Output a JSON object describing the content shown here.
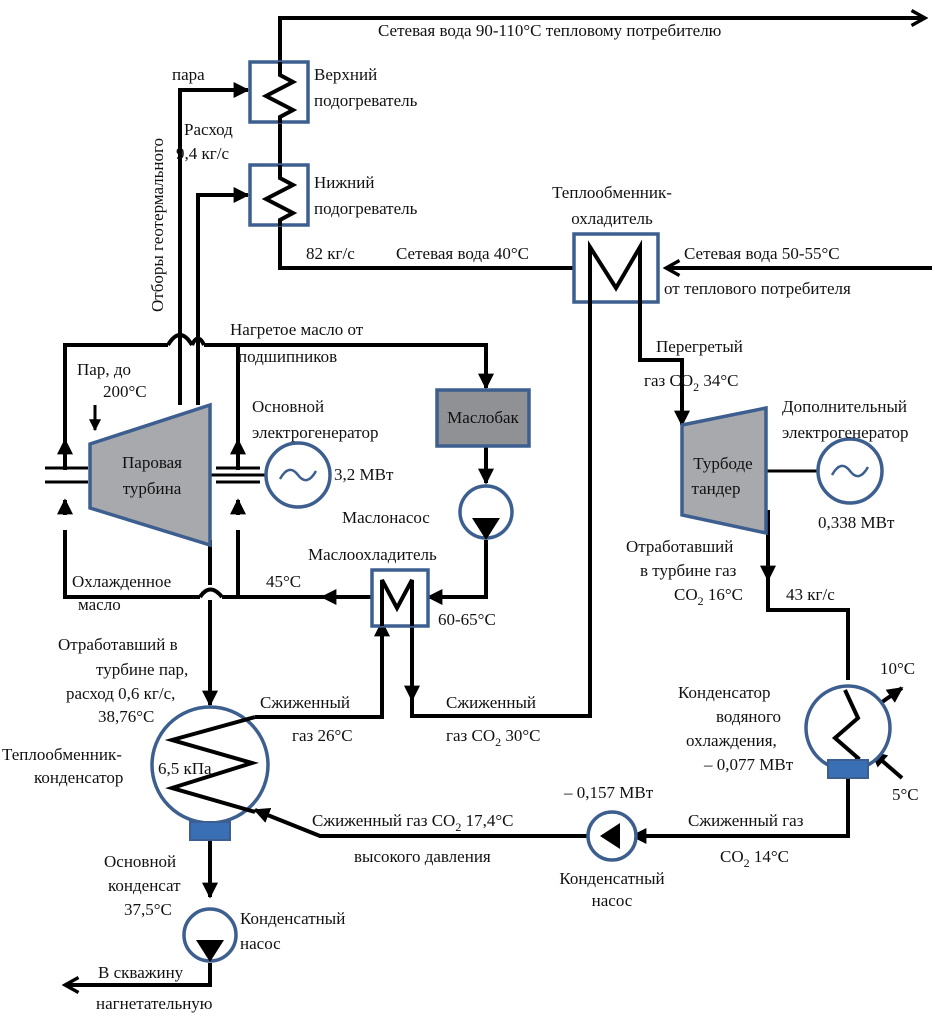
{
  "colors": {
    "equipment_outline": "#3d5f8f",
    "turbine_fill": "#a7a9ac",
    "tank_fill": "#8f9195",
    "condenser_base": "#3a6fb5",
    "line": "#000000"
  },
  "labels": {
    "network_water_out": "Сетевая вода  90-110°С  тепловому потребителю",
    "steam": "пара",
    "geothermal_extraction": "Отборы геотермального",
    "upper_heater_1": "Верхний",
    "upper_heater_2": "подогреватель",
    "flow_1": "Расход",
    "flow_2": "9,4 кг/с",
    "lower_heater_1": "Нижний",
    "lower_heater_2": "подогреватель",
    "hx_cooler_1": "Теплообменник-",
    "hx_cooler_2": "охладитель",
    "flow_82": "82 кг/с",
    "network_water_40": "Сетевая вода 40°С",
    "network_water_in_1": "Сетевая вода 50-55°С",
    "network_water_in_2": "от теплового потребителя",
    "hot_oil_1": "Нагретое масло от",
    "hot_oil_2": "подшипников",
    "steam_in_1": "Пар, до",
    "steam_in_2": "200°С",
    "main_gen_1": "Основной",
    "main_gen_2": "электрогенератор",
    "main_gen_power": "3,2 МВт",
    "turbine_1": "Паровая",
    "turbine_2": "турбина",
    "oil_tank": "Маслобак",
    "oil_pump": "Маслонасос",
    "superheated_1": "Перегретый",
    "superheated_2a": "газ CO",
    "superheated_2b": "2",
    "superheated_2c": " 34°С",
    "extra_gen_1": "Дополнительный",
    "extra_gen_2": "электрогенератор",
    "extra_gen_power": "0,338 МВт",
    "turboexp_1": "Турбоде",
    "turboexp_2": "тандер",
    "oil_cooler": "Маслоохладитель",
    "cooled_oil_1": "Охлажденное",
    "cooled_oil_2": "масло",
    "temp_45": "45°С",
    "temp_60_65": "60-65°С",
    "spent_gas_1": "Отработавший",
    "spent_gas_2": "в турбине газ",
    "spent_gas_3a": "CO",
    "spent_gas_3b": "2",
    "spent_gas_3c": " 16°С",
    "flow_43": "43 кг/с",
    "spent_steam_1": "Отработавший в",
    "spent_steam_2": "турбине пар,",
    "spent_steam_3": "расход 0,6 кг/с,",
    "spent_steam_4": "38,76°С",
    "liq_26_1": "Сжиженный",
    "liq_26_2": "газ 26°С",
    "liq_30_1": "Сжиженный",
    "liq_30_2a": "газ CO",
    "liq_30_2b": "2",
    "liq_30_2c": " 30°С",
    "temp_10": "10°С",
    "temp_5": "5°С",
    "wcond_1": "Конденсатор",
    "wcond_2": "водяного",
    "wcond_3": "охлаждения,",
    "wcond_4": "– 0,077 МВт",
    "hx_cond_1": "Теплообменник-",
    "hx_cond_2": "конденсатор",
    "pressure": "6,5 кПа",
    "liq_hp_1a": "Сжиженный газ CO",
    "liq_hp_1b": "2",
    "liq_hp_1c": " 17,4°С",
    "liq_hp_2": "высокого давления",
    "cpump_power": "– 0,157 МВт",
    "liq_14_1": "Сжиженный газ",
    "liq_14_2a": "CO",
    "liq_14_2b": "2",
    "liq_14_2c": " 14°С",
    "cpump_1": "Конденсатный",
    "cpump_2": "насос",
    "main_cond_1": "Основной",
    "main_cond_2": "конденсат",
    "main_cond_3": "37,5°С",
    "cpump2_1": "Конденсатный",
    "cpump2_2": "насос",
    "well_1": "В скважину",
    "well_2": "нагнетательную"
  }
}
